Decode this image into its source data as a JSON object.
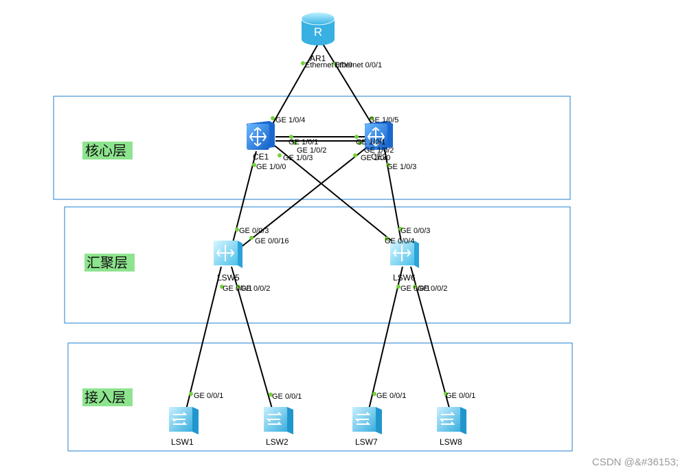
{
  "layers": [
    {
      "id": "core",
      "label": "核心层"
    },
    {
      "id": "aggregation",
      "label": "汇聚层"
    },
    {
      "id": "access",
      "label": "接入层"
    }
  ],
  "devices": [
    {
      "id": "AR1",
      "label": "AR1",
      "type": "router"
    },
    {
      "id": "CE1",
      "label": "CE1",
      "type": "core-switch"
    },
    {
      "id": "CE2",
      "label": "CE2",
      "type": "core-switch"
    },
    {
      "id": "LSW5",
      "label": "LSW5",
      "type": "aggregation-switch"
    },
    {
      "id": "LSW6",
      "label": "LSW6",
      "type": "aggregation-switch"
    },
    {
      "id": "LSW1",
      "label": "LSW1",
      "type": "access-switch"
    },
    {
      "id": "LSW2",
      "label": "LSW2",
      "type": "access-switch"
    },
    {
      "id": "LSW7",
      "label": "LSW7",
      "type": "access-switch"
    },
    {
      "id": "LSW8",
      "label": "LSW8",
      "type": "access-switch"
    }
  ],
  "links": [
    {
      "a": "AR1",
      "a_port": "Ethernet 0/0/0",
      "b": "CE1",
      "b_port": "GE 1/0/4"
    },
    {
      "a": "AR1",
      "a_port": "Ethernet 0/0/1",
      "b": "CE2",
      "b_port": "GE 1/0/5"
    },
    {
      "a": "CE1",
      "a_port": "GE 1/0/1",
      "b": "CE2",
      "b_port": "GE 1/0/1"
    },
    {
      "a": "CE1",
      "a_port": "GE 1/0/2",
      "b": "CE2",
      "b_port": "GE 1/0/2"
    },
    {
      "a": "CE1",
      "a_port": "GE 1/0/0",
      "b": "LSW5",
      "b_port": "GE 0/0/3"
    },
    {
      "a": "CE1",
      "a_port": "GE 1/0/3",
      "b": "LSW6",
      "b_port": "GE 0/0/4"
    },
    {
      "a": "CE2",
      "a_port": "GE 1/0/0",
      "b": "LSW5",
      "b_port": "GE 0/0/16"
    },
    {
      "a": "CE2",
      "a_port": "GE 1/0/3",
      "b": "LSW6",
      "b_port": "GE 0/0/3"
    },
    {
      "a": "LSW5",
      "a_port": "GE 0/0/1",
      "b": "LSW1",
      "b_port": "GE 0/0/1"
    },
    {
      "a": "LSW5",
      "a_port": "GE 0/0/2",
      "b": "LSW2",
      "b_port": "GE 0/0/1"
    },
    {
      "a": "LSW6",
      "a_port": "GE 0/0/1",
      "b": "LSW7",
      "b_port": "GE 0/0/1"
    },
    {
      "a": "LSW6",
      "a_port": "GE 0/0/2",
      "b": "LSW8",
      "b_port": "GE 0/0/1"
    }
  ],
  "watermark": "CSDN @&#36153;"
}
